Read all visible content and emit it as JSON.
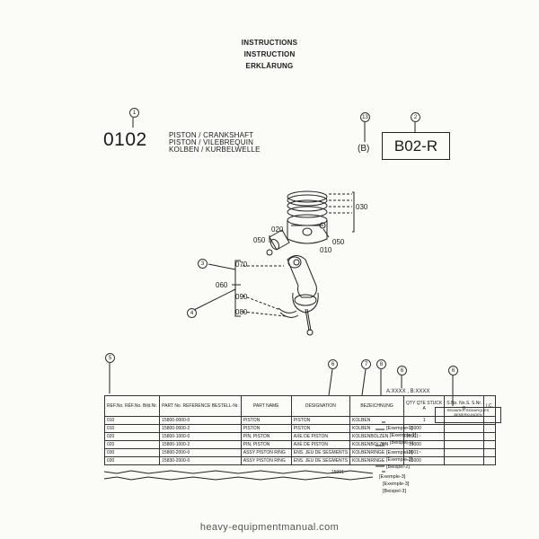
{
  "header": {
    "line1": "INSTRUCTIONS",
    "line2": "INSTRUCTION",
    "line3": "ERKLÄRUNG"
  },
  "group": {
    "code": "0102",
    "title_en": "PISTON / CRANKSHAFT",
    "title_fr": "PISTON / VILEBREQUIN",
    "title_de": "KOLBEN / KURBELWELLE",
    "bracket_code": "(B)",
    "model_code": "B02-R"
  },
  "callouts": {
    "c1": "1",
    "c2": "2",
    "c3": "3",
    "c4": "4",
    "c5": "5",
    "c6a": "6",
    "c6b": "6",
    "c6c": "6",
    "c7": "7",
    "c8": "8",
    "c13": "13"
  },
  "diagram_labels": {
    "l030": "030",
    "l020": "020",
    "l050a": "050",
    "l050b": "050",
    "l010": "010",
    "l070": "070",
    "l060": "060",
    "l090": "090",
    "l080": "080"
  },
  "table": {
    "headers": {
      "ref": "REF.No. RÉF.No. Bild.Nr.",
      "part_no": "PART No. REFERENCE BESTELL-Nr.",
      "part_name": "PART NAME",
      "designation": "DESIGNATION",
      "bezeichnung": "BEZEICHNUNG",
      "qty": "QTY QTE STUCK",
      "qty_col": "A",
      "sno": "S.No. No.S. S.Nr.",
      "sno_col": "B",
      "ic": "I.C."
    },
    "rows": [
      {
        "ref": "010",
        "part_no": "15800-0000-0",
        "name": "PISTON",
        "designation": "PISTON",
        "bez": "KOLBEN",
        "qty": "1",
        "sno": ""
      },
      {
        "ref": "010",
        "part_no": "15800-0000-2",
        "name": "PISTON",
        "designation": "PISTON",
        "bez": "KOLBEN",
        "qty": "~15000",
        "sno": ""
      },
      {
        "ref": "020",
        "part_no": "15800-1000-0",
        "name": "PIN, PISTON",
        "designation": "AXE DE PISTON",
        "bez": "KOLBENBOLZEN",
        "qty": "15001~",
        "sno": ""
      },
      {
        "ref": "020",
        "part_no": "15800-1000-2",
        "name": "PIN, PISTON",
        "designation": "AXE DE PISTON",
        "bez": "KOLBENBOLZEN",
        "qty": "~15000",
        "sno": ""
      },
      {
        "ref": "030",
        "part_no": "15800-2000-0",
        "name": "ASSY PISTON RING",
        "designation": "ENS. JEU DE SEGMENTS",
        "bez": "KOLBENRINGE",
        "qty": "15001~",
        "sno": ""
      },
      {
        "ref": "030",
        "part_no": "15830-2000-0",
        "name": "ASSY PISTON RING",
        "designation": "ENS. JEU DE SEGMENTS",
        "bez": "KOLBENRINGE",
        "qty": "~15000",
        "sno": ""
      }
    ],
    "extra_qty": "15001~",
    "column_values": "A:XXXX , B:XXXX",
    "remarks_header": "REMARKS REMARQUES BEMERKUNGEN"
  },
  "remarks": [
    "[Exemple-1]",
    "[Exemple-1]",
    "[Beispel-1]",
    "[Exemple-2]",
    "[Exemple-2]",
    "[Beispel-2]",
    "[Exemple-3]",
    "[Exemple-3]",
    "[Beispel-3]"
  ],
  "watermark": "heavy-equipmentmanual.com"
}
